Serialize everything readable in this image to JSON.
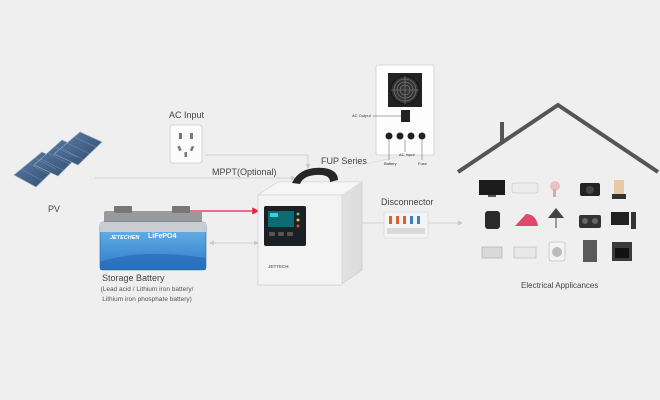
{
  "labels": {
    "pv": "PV",
    "ac_input": "AC Input",
    "mppt": "MPPT(Optional)",
    "fup_series": "FUP Series",
    "disconnector": "Disconnector",
    "storage_battery": "Storage Battery",
    "battery_types": [
      "(Lead acid / Lithium iron battery/",
      "Lithium iron phosphate battery)"
    ],
    "electrical_appliances": "Electrical Applicances"
  },
  "rear_panel": {
    "ac_output": "AC Output",
    "ac_input": "AC Input",
    "battery": "Battery",
    "fuse": "Fuse"
  },
  "battery_brand": "JETECHEN",
  "battery_chem": "LiFePO4",
  "inverter_brand": "JETTECH",
  "colors": {
    "background": "#efefef",
    "connector_line": "#c7c7c7",
    "battery_arrow": "#e0264f",
    "house_outline": "#555555",
    "battery_blue": "#3b8fd8"
  }
}
